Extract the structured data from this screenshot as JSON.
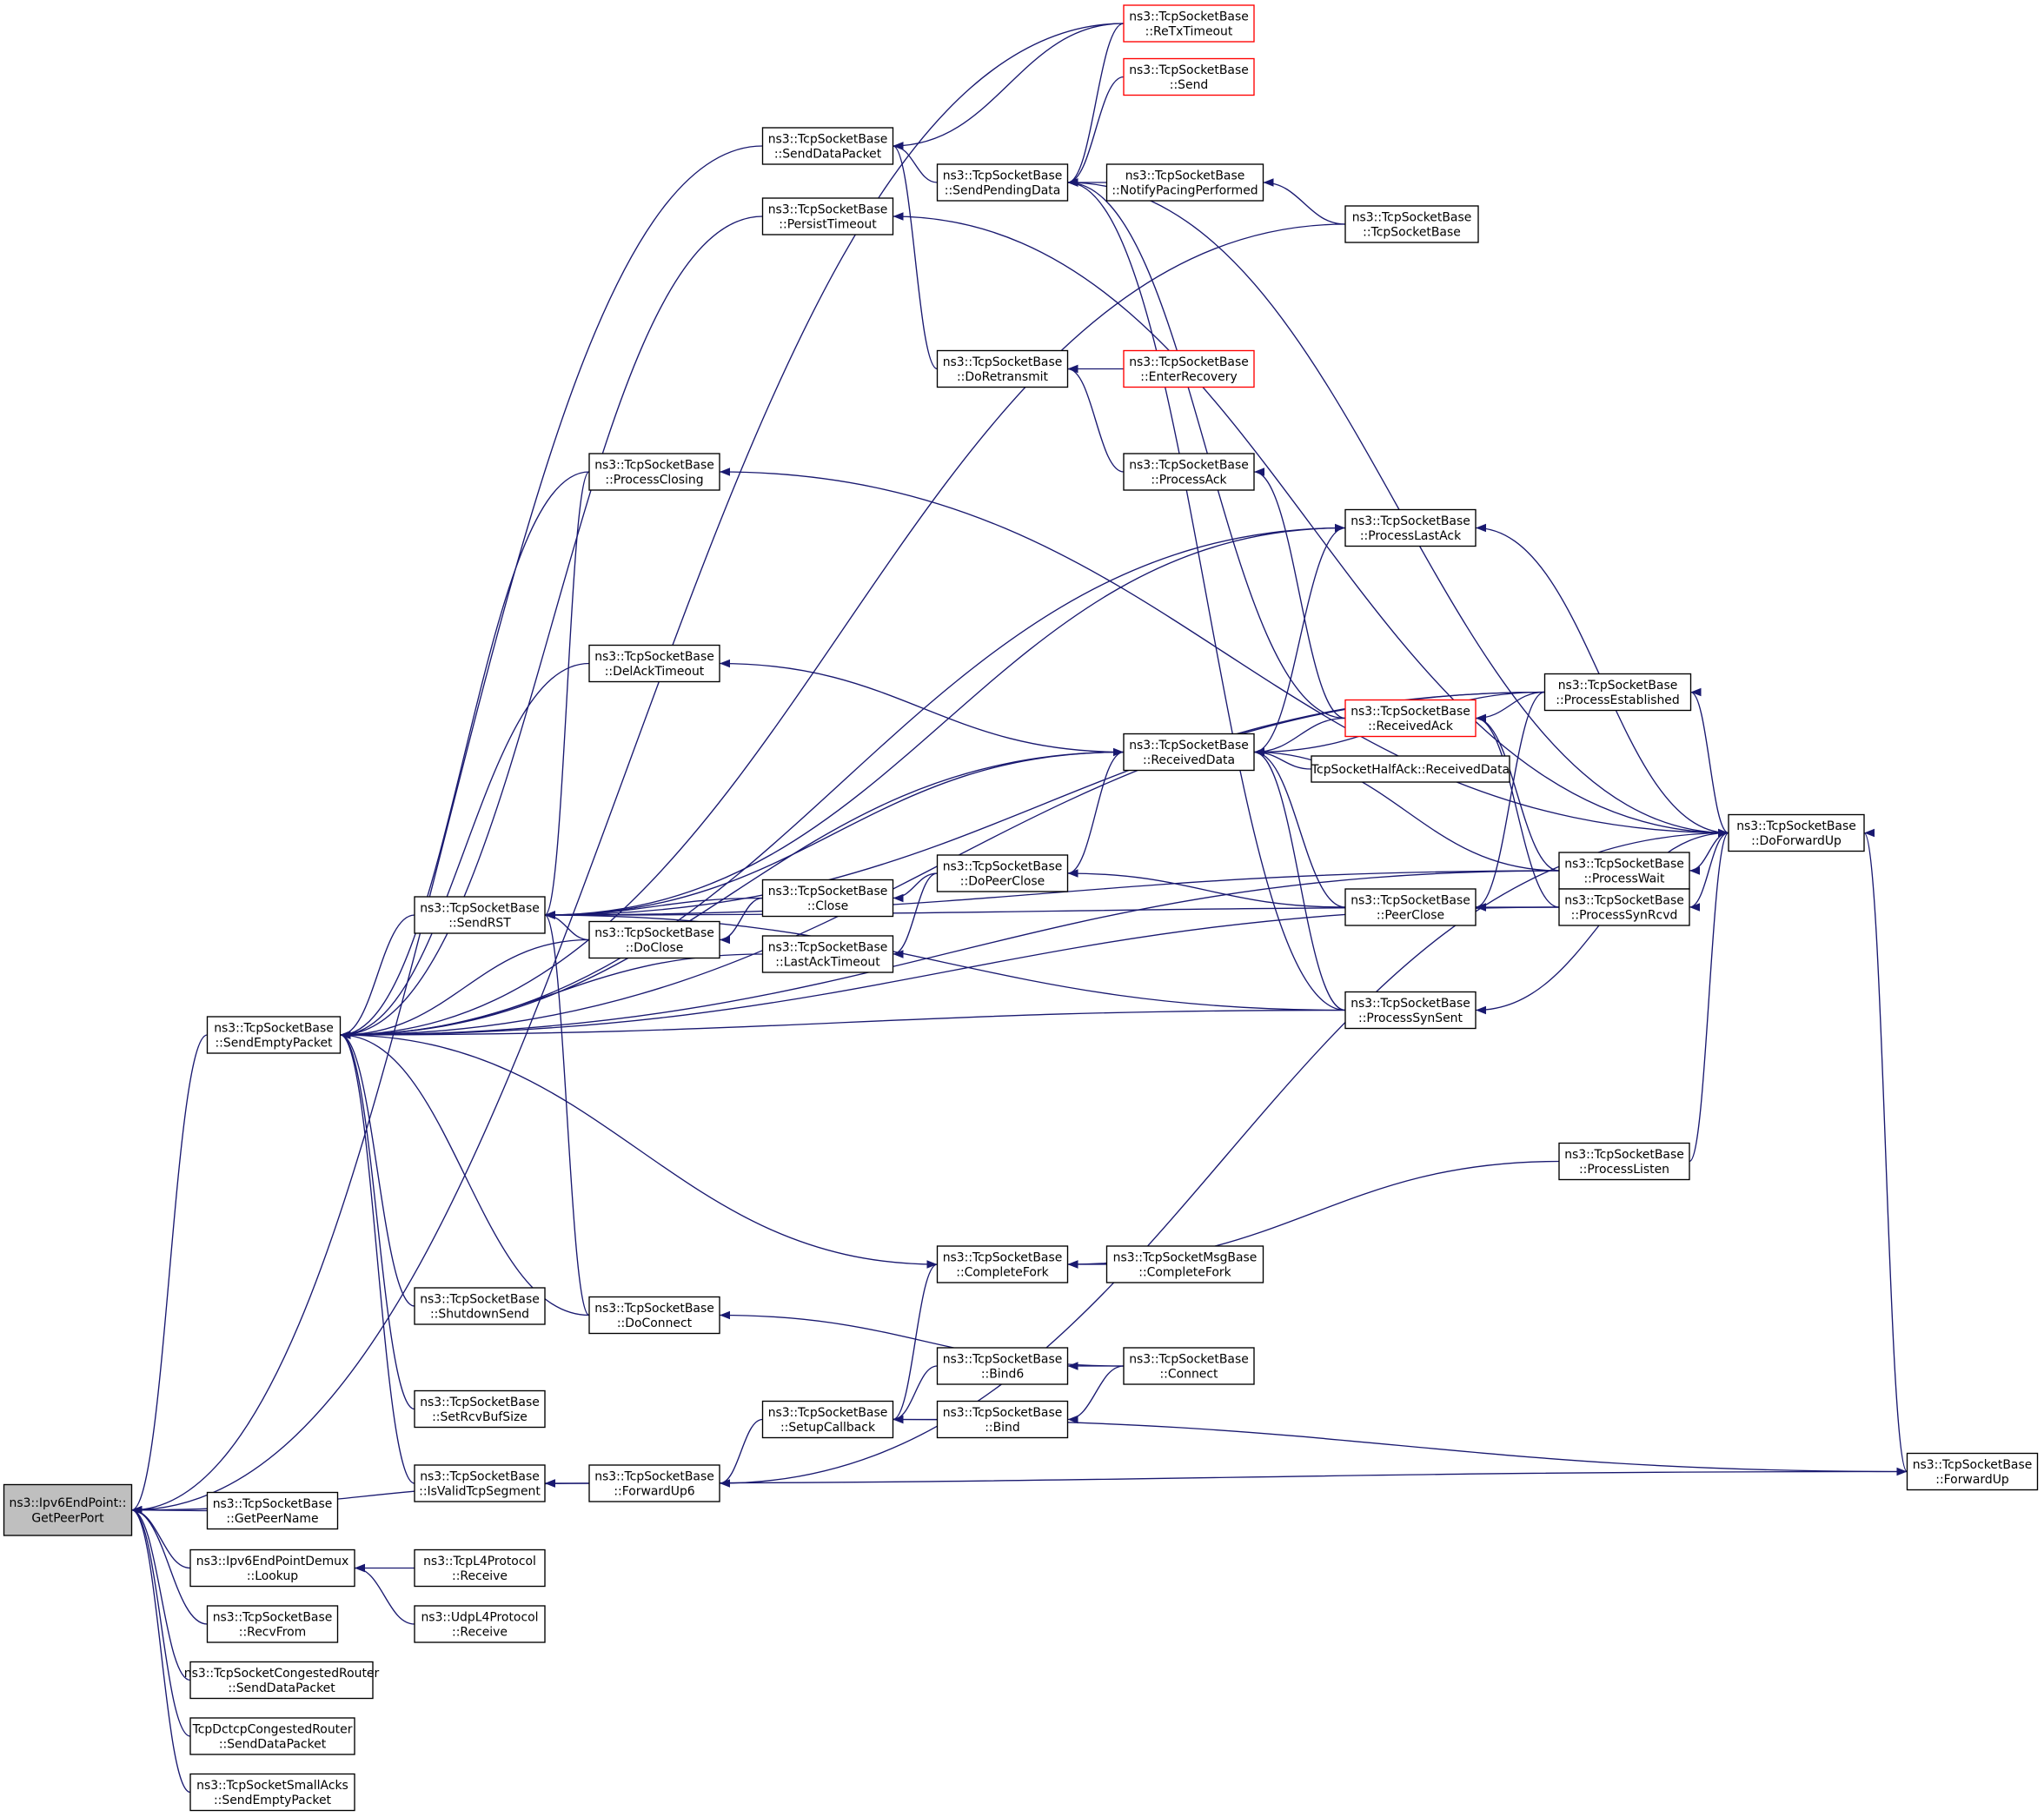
{
  "colors": {
    "edge": "#191970",
    "root_fill": "#bfbfbf",
    "red_border": "#ff0000",
    "border": "#000000"
  },
  "nodes": [
    {
      "id": "getpeerport",
      "lines": [
        "ns3::Ipv6EndPoint::",
        "GetPeerPort"
      ],
      "root": true
    },
    {
      "id": "senddatapacket",
      "lines": [
        "ns3::TcpSocketBase",
        "::SendDataPacket"
      ]
    },
    {
      "id": "persisttimeout",
      "lines": [
        "ns3::TcpSocketBase",
        "::PersistTimeout"
      ]
    },
    {
      "id": "retxtimeout",
      "lines": [
        "ns3::TcpSocketBase",
        "::ReTxTimeout"
      ],
      "red": true
    },
    {
      "id": "send",
      "lines": [
        "ns3::TcpSocketBase",
        "::Send"
      ],
      "red": true
    },
    {
      "id": "sendpendingdata",
      "lines": [
        "ns3::TcpSocketBase",
        "::SendPendingData"
      ]
    },
    {
      "id": "notifypacing",
      "lines": [
        "ns3::TcpSocketBase",
        "::NotifyPacingPerformed"
      ]
    },
    {
      "id": "ctor",
      "lines": [
        "ns3::TcpSocketBase",
        "::TcpSocketBase"
      ]
    },
    {
      "id": "doretransmit",
      "lines": [
        "ns3::TcpSocketBase",
        "::DoRetransmit"
      ]
    },
    {
      "id": "enterrecovery",
      "lines": [
        "ns3::TcpSocketBase",
        "::EnterRecovery"
      ],
      "red": true
    },
    {
      "id": "processclosing",
      "lines": [
        "ns3::TcpSocketBase",
        "::ProcessClosing"
      ]
    },
    {
      "id": "processack",
      "lines": [
        "ns3::TcpSocketBase",
        "::ProcessAck"
      ]
    },
    {
      "id": "processlastack",
      "lines": [
        "ns3::TcpSocketBase",
        "::ProcessLastAck"
      ]
    },
    {
      "id": "delacktimeout",
      "lines": [
        "ns3::TcpSocketBase",
        "::DelAckTimeout"
      ]
    },
    {
      "id": "receivedack",
      "lines": [
        "ns3::TcpSocketBase",
        "::ReceivedAck"
      ],
      "red": true
    },
    {
      "id": "processestablished",
      "lines": [
        "ns3::TcpSocketBase",
        "::ProcessEstablished"
      ]
    },
    {
      "id": "receiveddata",
      "lines": [
        "ns3::TcpSocketBase",
        "::ReceivedData"
      ]
    },
    {
      "id": "halfack",
      "lines": [
        "TcpSocketHalfAck::ReceivedData"
      ]
    },
    {
      "id": "processwait",
      "lines": [
        "ns3::TcpSocketBase",
        "::ProcessWait"
      ]
    },
    {
      "id": "doforwardup",
      "lines": [
        "ns3::TcpSocketBase",
        "::DoForwardUp"
      ]
    },
    {
      "id": "dopeerclose",
      "lines": [
        "ns3::TcpSocketBase",
        "::DoPeerClose"
      ]
    },
    {
      "id": "sendrst",
      "lines": [
        "ns3::TcpSocketBase",
        "::SendRST"
      ]
    },
    {
      "id": "close",
      "lines": [
        "ns3::TcpSocketBase",
        "::Close"
      ]
    },
    {
      "id": "doclose",
      "lines": [
        "ns3::TcpSocketBase",
        "::DoClose"
      ]
    },
    {
      "id": "lastacktimeout",
      "lines": [
        "ns3::TcpSocketBase",
        "::LastAckTimeout"
      ]
    },
    {
      "id": "peerclose",
      "lines": [
        "ns3::TcpSocketBase",
        "::PeerClose"
      ]
    },
    {
      "id": "processsynrcvd",
      "lines": [
        "ns3::TcpSocketBase",
        "::ProcessSynRcvd"
      ]
    },
    {
      "id": "processsynsent",
      "lines": [
        "ns3::TcpSocketBase",
        "::ProcessSynSent"
      ]
    },
    {
      "id": "sendemptypacket",
      "lines": [
        "ns3::TcpSocketBase",
        "::SendEmptyPacket"
      ]
    },
    {
      "id": "processlisten",
      "lines": [
        "ns3::TcpSocketBase",
        "::ProcessListen"
      ]
    },
    {
      "id": "completefork",
      "lines": [
        "ns3::TcpSocketBase",
        "::CompleteFork"
      ]
    },
    {
      "id": "msgcompletefork",
      "lines": [
        "ns3::TcpSocketMsgBase",
        "::CompleteFork"
      ]
    },
    {
      "id": "shutdownsend",
      "lines": [
        "ns3::TcpSocketBase",
        "::ShutdownSend"
      ]
    },
    {
      "id": "doconnect",
      "lines": [
        "ns3::TcpSocketBase",
        "::DoConnect"
      ]
    },
    {
      "id": "bind6",
      "lines": [
        "ns3::TcpSocketBase",
        "::Bind6"
      ]
    },
    {
      "id": "connect",
      "lines": [
        "ns3::TcpSocketBase",
        "::Connect"
      ]
    },
    {
      "id": "setupcallback",
      "lines": [
        "ns3::TcpSocketBase",
        "::SetupCallback"
      ]
    },
    {
      "id": "bind",
      "lines": [
        "ns3::TcpSocketBase",
        "::Bind"
      ]
    },
    {
      "id": "setrcvbufsize",
      "lines": [
        "ns3::TcpSocketBase",
        "::SetRcvBufSize"
      ]
    },
    {
      "id": "forwardup6",
      "lines": [
        "ns3::TcpSocketBase",
        "::ForwardUp6"
      ]
    },
    {
      "id": "isvalidtcpsegment",
      "lines": [
        "ns3::TcpSocketBase",
        "::IsValidTcpSegment"
      ]
    },
    {
      "id": "forwardup",
      "lines": [
        "ns3::TcpSocketBase",
        "::ForwardUp"
      ]
    },
    {
      "id": "getpeername",
      "lines": [
        "ns3::TcpSocketBase",
        "::GetPeerName"
      ]
    },
    {
      "id": "lookup",
      "lines": [
        "ns3::Ipv6EndPointDemux",
        "::Lookup"
      ]
    },
    {
      "id": "tcpl4receive",
      "lines": [
        "ns3::TcpL4Protocol",
        "::Receive"
      ]
    },
    {
      "id": "udpl4receive",
      "lines": [
        "ns3::UdpL4Protocol",
        "::Receive"
      ]
    },
    {
      "id": "recvfrom",
      "lines": [
        "ns3::TcpSocketBase",
        "::RecvFrom"
      ]
    },
    {
      "id": "congestedrouter",
      "lines": [
        "ns3::TcpSocketCongestedRouter",
        "::SendDataPacket"
      ]
    },
    {
      "id": "dctcprouter",
      "lines": [
        "TcpDctcpCongestedRouter",
        "::SendDataPacket"
      ]
    },
    {
      "id": "smallacks",
      "lines": [
        "ns3::TcpSocketSmallAcks",
        "::SendEmptyPacket"
      ]
    }
  ],
  "edges": [
    [
      "senddatapacket",
      "getpeerport"
    ],
    [
      "retxtimeout",
      "getpeerport"
    ],
    [
      "sendemptypacket",
      "getpeerport"
    ],
    [
      "forwardup6",
      "getpeerport"
    ],
    [
      "getpeername",
      "getpeerport"
    ],
    [
      "lookup",
      "getpeerport"
    ],
    [
      "recvfrom",
      "getpeerport"
    ],
    [
      "congestedrouter",
      "getpeerport"
    ],
    [
      "dctcprouter",
      "getpeerport"
    ],
    [
      "smallacks",
      "getpeerport"
    ],
    [
      "sendpendingdata",
      "senddatapacket"
    ],
    [
      "retxtimeout",
      "senddatapacket"
    ],
    [
      "doretransmit",
      "senddatapacket"
    ],
    [
      "retxtimeout",
      "sendpendingdata"
    ],
    [
      "send",
      "sendpendingdata"
    ],
    [
      "notifypacing",
      "sendpendingdata"
    ],
    [
      "doforwardup",
      "sendpendingdata"
    ],
    [
      "receivedack",
      "sendpendingdata"
    ],
    [
      "processsynsent",
      "sendpendingdata"
    ],
    [
      "ctor",
      "notifypacing"
    ],
    [
      "enterrecovery",
      "doretransmit"
    ],
    [
      "processack",
      "doretransmit"
    ],
    [
      "receivedack",
      "processack"
    ],
    [
      "persisttimeout",
      "sendemptypacket"
    ],
    [
      "ctor",
      "sendemptypacket"
    ],
    [
      "processclosing",
      "sendemptypacket"
    ],
    [
      "processlastack",
      "sendemptypacket"
    ],
    [
      "processestablished",
      "sendemptypacket"
    ],
    [
      "receiveddata",
      "sendemptypacket"
    ],
    [
      "delacktimeout",
      "sendemptypacket"
    ],
    [
      "sendrst",
      "sendemptypacket"
    ],
    [
      "doclose",
      "sendemptypacket"
    ],
    [
      "lastacktimeout",
      "sendemptypacket"
    ],
    [
      "processwait",
      "sendemptypacket"
    ],
    [
      "processsynsent",
      "sendemptypacket"
    ],
    [
      "processsynrcvd",
      "sendemptypacket"
    ],
    [
      "completefork",
      "sendemptypacket"
    ],
    [
      "shutdownsend",
      "sendemptypacket"
    ],
    [
      "doconnect",
      "sendemptypacket"
    ],
    [
      "setrcvbufsize",
      "sendemptypacket"
    ],
    [
      "isvalidtcpsegment",
      "sendemptypacket"
    ],
    [
      "doforwardup",
      "persisttimeout"
    ],
    [
      "doforwardup",
      "processclosing"
    ],
    [
      "doforwardup",
      "processlastack"
    ],
    [
      "receiveddata",
      "processlastack"
    ],
    [
      "doforwardup",
      "processestablished"
    ],
    [
      "processestablished",
      "receivedack"
    ],
    [
      "processwait",
      "receivedack"
    ],
    [
      "processsynrcvd",
      "receivedack"
    ],
    [
      "receivedack",
      "receiveddata"
    ],
    [
      "processestablished",
      "receiveddata"
    ],
    [
      "halfack",
      "receiveddata"
    ],
    [
      "processwait",
      "receiveddata"
    ],
    [
      "peerclose",
      "receiveddata"
    ],
    [
      "processsynsent",
      "receiveddata"
    ],
    [
      "dopeerclose",
      "receiveddata"
    ],
    [
      "receiveddata",
      "delacktimeout"
    ],
    [
      "doforwardup",
      "processwait"
    ],
    [
      "peerclose",
      "dopeerclose"
    ],
    [
      "dopeerclose",
      "close"
    ],
    [
      "close",
      "doclose"
    ],
    [
      "dopeerclose",
      "lastacktimeout"
    ],
    [
      "processestablished",
      "peerclose"
    ],
    [
      "processsynrcvd",
      "peerclose"
    ],
    [
      "doforwardup",
      "processsynrcvd"
    ],
    [
      "doforwardup",
      "processsynsent"
    ],
    [
      "processclosing",
      "sendrst"
    ],
    [
      "processlastack",
      "sendrst"
    ],
    [
      "processestablished",
      "sendrst"
    ],
    [
      "close",
      "sendrst"
    ],
    [
      "doclose",
      "sendrst"
    ],
    [
      "processwait",
      "sendrst"
    ],
    [
      "processsynsent",
      "sendrst"
    ],
    [
      "processsynrcvd",
      "sendrst"
    ],
    [
      "doconnect",
      "sendrst"
    ],
    [
      "receiveddata",
      "sendrst"
    ],
    [
      "processlisten",
      "doforwardup"
    ],
    [
      "msgcompletefork",
      "completefork"
    ],
    [
      "processlisten",
      "completefork"
    ],
    [
      "setupcallback",
      "completefork"
    ],
    [
      "bind6",
      "setupcallback"
    ],
    [
      "bind",
      "setupcallback"
    ],
    [
      "connect",
      "bind6"
    ],
    [
      "connect",
      "bind"
    ],
    [
      "connect",
      "doconnect"
    ],
    [
      "setupcallback",
      "forwardup6"
    ],
    [
      "setupcallback",
      "forwardup"
    ],
    [
      "forwardup",
      "doforwardup"
    ],
    [
      "forwardup6",
      "doforwardup"
    ],
    [
      "forwardup6",
      "isvalidtcpsegment"
    ],
    [
      "forwardup",
      "isvalidtcpsegment"
    ],
    [
      "tcpl4receive",
      "lookup"
    ],
    [
      "udpl4receive",
      "lookup"
    ]
  ]
}
